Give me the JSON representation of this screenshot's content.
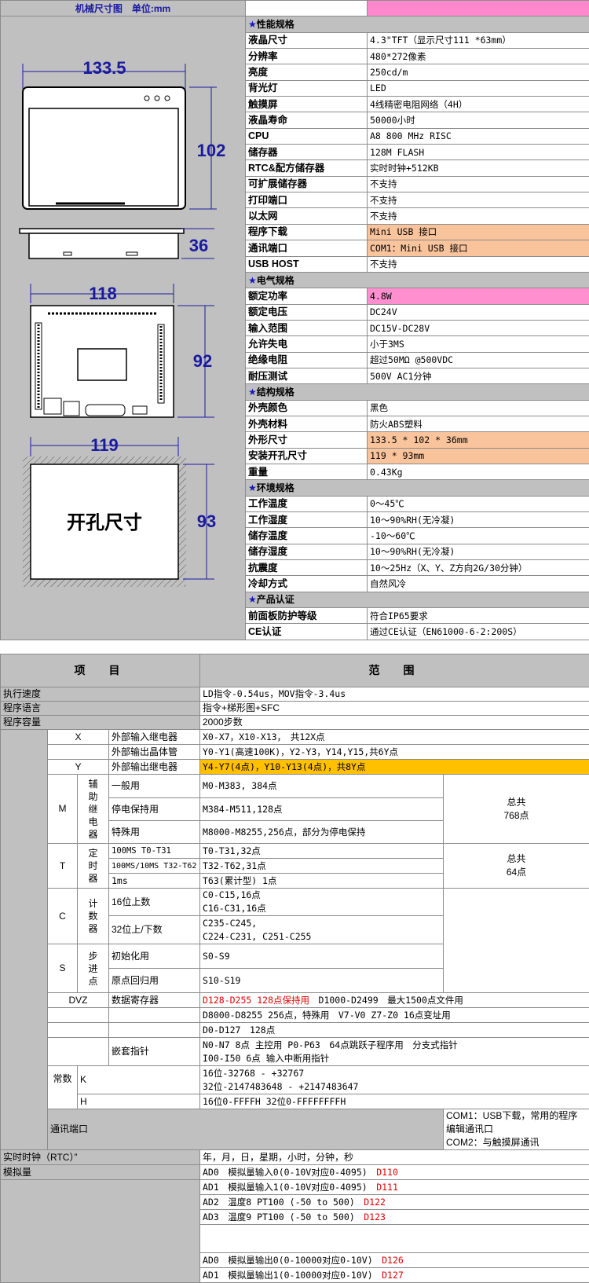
{
  "spec_table": {
    "title": "机械尺寸图　单位:mm",
    "drawing": {
      "front_width": "133.5",
      "front_height": "102",
      "depth": "36",
      "back_width": "118",
      "back_height": "92",
      "cutout_width": "119",
      "cutout_height": "93",
      "cutout_label": "开孔尺寸"
    },
    "rows": [
      {
        "type": "section",
        "label": "★性能规格"
      },
      {
        "k": "液晶尺寸",
        "v": "4.3\"TFT（显示尺寸111 *63mm）"
      },
      {
        "k": "分辨率",
        "v": "480*272像素"
      },
      {
        "k": "亮度",
        "v": "250cd/m"
      },
      {
        "k": "背光灯",
        "v": "LED"
      },
      {
        "k": "触摸屏",
        "v": "4线精密电阻网络（4H）"
      },
      {
        "k": "液晶寿命",
        "v": "50000小时"
      },
      {
        "k": "CPU",
        "v": "A8 800 MHz RISC"
      },
      {
        "k": "储存器",
        "v": "128M FLASH"
      },
      {
        "k": "RTC&配方储存器",
        "v": "实时时钟+512KB"
      },
      {
        "k": "可扩展储存器",
        "v": "不支持"
      },
      {
        "k": "打印端口",
        "v": "不支持"
      },
      {
        "k": "以太网",
        "v": "不支持"
      },
      {
        "k": "程序下载",
        "v": "Mini USB 接口",
        "hl": "orange"
      },
      {
        "k": "通讯端口",
        "v": "COM1：Mini USB 接口",
        "hl": "orange"
      },
      {
        "k": "USB HOST",
        "v": "不支持"
      },
      {
        "type": "section",
        "label": "★电气规格"
      },
      {
        "k": "额定功率",
        "v": "4.8W",
        "hl": "pink"
      },
      {
        "k": "额定电压",
        "v": "DC24V"
      },
      {
        "k": "输入范围",
        "v": "DC15V-DC28V"
      },
      {
        "k": "允许失电",
        "v": "小于3MS"
      },
      {
        "k": "绝缘电阻",
        "v": "超过50MΩ @500VDC"
      },
      {
        "k": "耐压测试",
        "v": "500V AC1分钟"
      },
      {
        "type": "section",
        "label": "★结构规格"
      },
      {
        "k": "外壳颜色",
        "v": "黑色"
      },
      {
        "k": "外壳材料",
        "v": "防火ABS塑料"
      },
      {
        "k": "外形尺寸",
        "v": "133.5 * 102 * 36mm",
        "hl": "orange"
      },
      {
        "k": "安装开孔尺寸",
        "v": "119 * 93mm",
        "hl": "orange"
      },
      {
        "k": "重量",
        "v": "0.43Kg"
      },
      {
        "type": "section",
        "label": "★环境规格"
      },
      {
        "k": "工作温度",
        "v": "0～45℃"
      },
      {
        "k": "工作湿度",
        "v": "10～90%RH(无冷凝)"
      },
      {
        "k": "储存温度",
        "v": "-10～60℃"
      },
      {
        "k": "储存湿度",
        "v": "10～90%RH(无冷凝)"
      },
      {
        "k": "抗震度",
        "v": "10～25Hz（X、Y、Z方向2G/30分钟）"
      },
      {
        "k": "冷却方式",
        "v": "自然风冷"
      },
      {
        "type": "section",
        "label": "★产品认证"
      },
      {
        "k": "前面板防护等级",
        "v": "符合IP65要求"
      },
      {
        "k": "CE认证",
        "v": "通过CE认证（EN61000-6-2:200S）"
      }
    ]
  },
  "resource_table": {
    "header": {
      "item": "项　目",
      "range": "范　围"
    },
    "exec_speed": {
      "label": "执行速度",
      "value": "LD指令-0.54us，MOV指令-3.4us"
    },
    "language": {
      "label": "程序语言",
      "value": "指令+梯形图+SFC"
    },
    "capacity": {
      "label": "程序容量",
      "value": "2000步数"
    },
    "x": {
      "code": "X",
      "name": "外部输入继电器",
      "value": "X0-X7，X10-X13，　共12X点"
    },
    "transistor": {
      "name": "外部输出晶体管",
      "value": "Y0-Y1(高速100K)，Y2-Y3，Y14,Y15,共6Y点"
    },
    "y": {
      "code": "Y",
      "name": "外部输出继电器",
      "value": "Y4-Y7(4点)，Y10-Y13(4点)，共8Y点"
    },
    "m": {
      "code": "M",
      "group": "辅助继电器",
      "rows": [
        {
          "name": "一般用",
          "value": "M0-M383, 384点"
        },
        {
          "name": "停电保持用",
          "value": "M384-M511,128点"
        },
        {
          "name": "特殊用",
          "value": "M8000-M8255,256点，部分为停电保持"
        }
      ],
      "total": "总共\n768点"
    },
    "t": {
      "code": "T",
      "group": "定时器",
      "rows": [
        {
          "name": "100MS T0-T31",
          "value": "T0-T31,32点"
        },
        {
          "name": "100MS/10MS T32-T62",
          "value": "T32-T62,31点"
        },
        {
          "name": "1ms",
          "value": "T63(累计型) 1点"
        }
      ],
      "total": "总共\n64点"
    },
    "c": {
      "code": "C",
      "group": "计数器",
      "rows": [
        {
          "name": "16位上数",
          "value": "C0-C15,16点\nC16-C31,16点"
        },
        {
          "name": "32位上/下数",
          "value": "C235-C245,\nC224-C231, C251-C255"
        }
      ]
    },
    "s": {
      "code": "S",
      "group": "步进点",
      "rows": [
        {
          "name": "初始化用",
          "value": "S0-S9"
        },
        {
          "name": "原点回归用",
          "value": "S10-S19"
        }
      ]
    },
    "d": {
      "code": "DVZ",
      "name": "数据寄存器",
      "value_red": "D128-D255 128点保持用",
      "value_rest": "　D1000-D2499　最大1500点文件用",
      "value2": "D8000-D8255 256点，特殊用　V7-V0 Z7-Z0 16点变址用",
      "value3": "D0-D127　128点"
    },
    "nest": {
      "name": "嵌套指针",
      "value": "N0-N7 8点 主控用 P0-P63　64点跳跃子程序用　分支式指针\nI00-I50 6点 输入中断用指针"
    },
    "const": {
      "label": "常数",
      "k": "K",
      "k_value": "16位-32768 - +32767\n32位-2147483648 - +2147483647",
      "h": "H",
      "h_value": "16位0-FFFFH 32位0-FFFFFFFFH"
    },
    "comm": {
      "label": "通讯端口",
      "value": "COM1：USB下载，常用的程序编辑通讯口\nCOM2：与触摸屏通讯"
    },
    "rtc": {
      "label": "实时时钟（RTC）”",
      "value": "年，月，日，星期，小时，分钟，秒"
    },
    "analog": {
      "label": "模拟量",
      "rows": [
        {
          "text": "AD0　模拟量输入0(0-10V对应0-4095)",
          "reg": "D110"
        },
        {
          "text": "AD1　模拟量输入1(0-10V对应0-4095)",
          "reg": "D111"
        },
        {
          "text": "AD2　温度8 PT100 (-50 to 500)",
          "reg": "D122"
        },
        {
          "text": "AD3　温度9 PT100 (-50 to 500)",
          "reg": "D123"
        },
        {
          "text": "",
          "reg": ""
        },
        {
          "text": "AD0　模拟量输出0(0-10000对应0-10V)",
          "reg": "D126"
        },
        {
          "text": "AD1　模拟量输出1(0-10000对应0-10V)",
          "reg": "D127"
        }
      ]
    }
  }
}
